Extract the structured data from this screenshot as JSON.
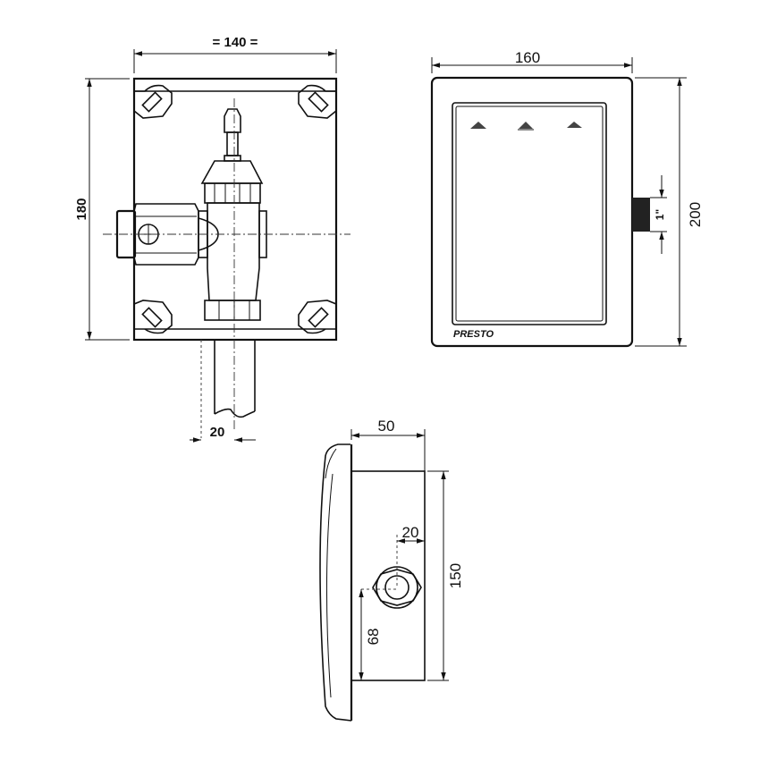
{
  "drawing": {
    "title": "Recessed valve box technical drawing",
    "brand_logo": "PRESTO",
    "views": [
      {
        "name": "front-view-open-box",
        "dimensions": {
          "width": "= 140 =",
          "height": "180",
          "pipe_offset": "20"
        }
      },
      {
        "name": "front-view-cover-plate",
        "dimensions": {
          "width": "160",
          "height": "200",
          "thread": "1\""
        }
      },
      {
        "name": "side-view",
        "dimensions": {
          "depth": "50",
          "height": "150",
          "outlet_offset_x": "20",
          "outlet_height": "68"
        }
      }
    ]
  },
  "labels": {
    "w140": "= 140 =",
    "h180": "180",
    "p20": "20",
    "w160": "160",
    "h200": "200",
    "thread": "1\"",
    "d50": "50",
    "h150": "150",
    "o20": "20",
    "h68": "68",
    "logo": "PRESTO"
  }
}
